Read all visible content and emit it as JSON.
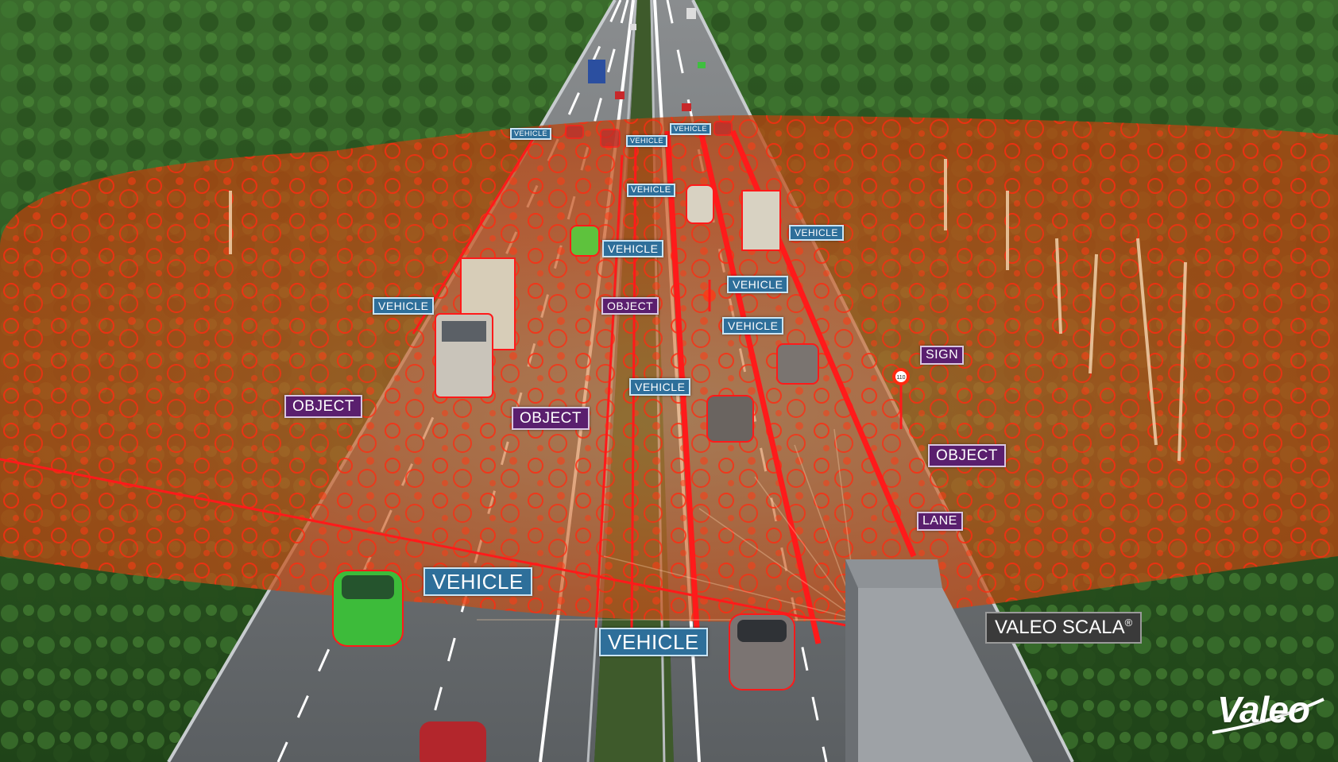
{
  "labels": {
    "vehicle": "VEHICLE",
    "object": "OBJECT",
    "sign": "SIGN",
    "lane": "LANE"
  },
  "sensor": {
    "name": "VALEO SCALA",
    "mark": "®"
  },
  "sign_value": "110",
  "brand": {
    "logo": "Valeo"
  },
  "colors": {
    "vehicle_label": "#2e6f9a",
    "object_label": "#5a1f6e",
    "detection_outline": "#ff1a1a",
    "lidar_field": "#c84a12",
    "forest": "#2f5a24",
    "road": "#6e7274"
  }
}
